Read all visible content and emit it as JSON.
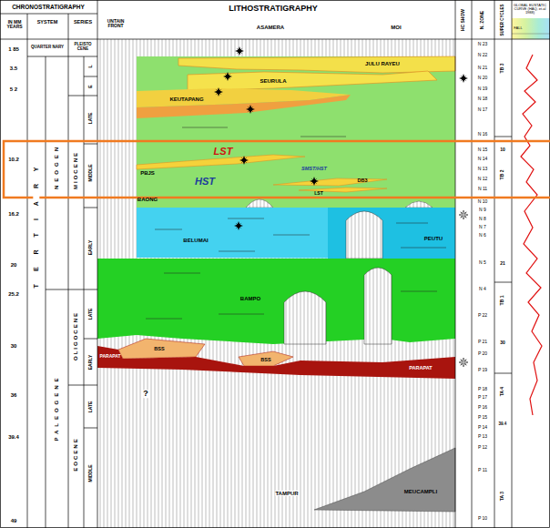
{
  "diagram": {
    "labels": [
      "CHRONOSTRATIGRAPHY",
      "LITHOSTRATIGRAPHY",
      "IN MM YEARS",
      "SYSTEM",
      "SERIES",
      "QUARTER NARY",
      "PLEISTO CENE",
      "UNTAIN FRONT",
      "ASAMERA",
      "MOI",
      "HC SHOW",
      "N. ZONE",
      "SUPER CYCLES",
      "GLOBAL EUSTATIC CURVE (HAQ, et.al 1988)",
      "FALL",
      "1 85",
      "3.5",
      "5 2",
      "10.2",
      "16.2",
      "20",
      "25.2",
      "30",
      "36",
      "39.4",
      "49",
      "TERTIARY",
      "NEOGEN",
      "PALEOGENE",
      "MIOCENE",
      "OLIGOCENE",
      "EOCENE",
      "E",
      "L",
      "LATE",
      "MIDDLE",
      "EARLY",
      "LATE",
      "EARLY",
      "LATE",
      "MIDDLE",
      "JULU RAYEU",
      "SEURULA",
      "KEUTAPANG",
      "LST",
      "PBJS",
      "HST",
      "SMST/HST",
      "DB3",
      "LST",
      "BAONG",
      "BELUMAI",
      "PEUTU",
      "BAMPO",
      "BSS",
      "BSS",
      "PARAPAT",
      "PARAPAT",
      "?",
      "TAMPUR",
      "MEUCAMPLI",
      "N 23",
      "N 22",
      "N 21",
      "N 20",
      "N 19",
      "N 18",
      "N 17",
      "N 16",
      "N 15",
      "N 14",
      "N 13",
      "N 12",
      "N 11",
      "N 10",
      "N 9",
      "N 8",
      "N 7",
      "N 6",
      "N 5",
      "N 4",
      "P 22",
      "P 21",
      "P 20",
      "P 19",
      "P 18",
      "P 17",
      "P 16",
      "P 15",
      "P 14",
      "P 13",
      "P 12",
      "P 11",
      "P 10",
      "TB 3",
      "10",
      "TB 2",
      "21",
      "TB 1",
      "30",
      "TA 4",
      "39.4",
      "TA 3"
    ]
  }
}
